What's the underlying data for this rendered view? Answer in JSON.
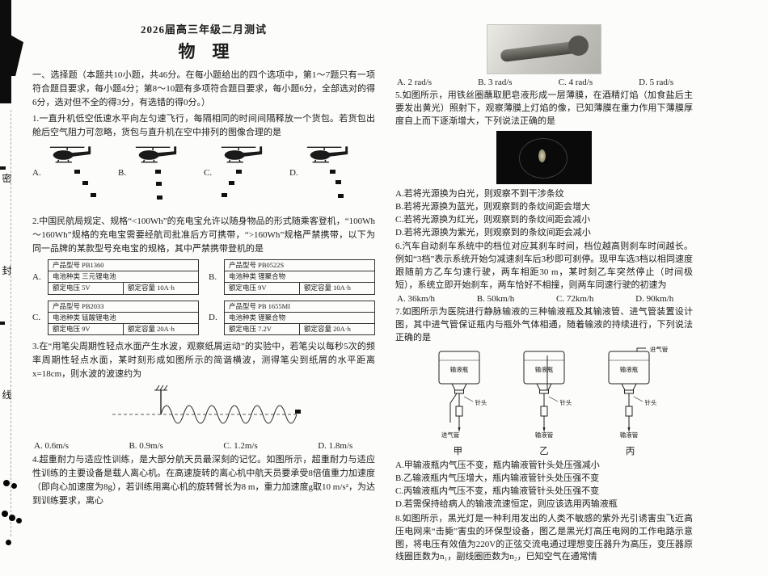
{
  "doc": {
    "title": "2026届高三年级二月测试",
    "subject": "物　理",
    "section_header": "一、选择题（本题共10小题，共46分。在每小题给出的四个选项中，第1～7题只有一项符合题目要求，每小题4分；第8～10题有多项符合题目要求，每小题6分，全部选对的得6分，选对但不全的得3分，有选错的得0分。）"
  },
  "seal": {
    "chars": [
      "密",
      "封",
      "线"
    ]
  },
  "q1": {
    "stem": "1.一直升机低空低速水平向左匀速飞行，每隔相同的时间间隔释放一个货包。若货包出舱后空气阻力可忽略，货包与直升机在空中排列的图像合理的是",
    "labels": [
      "A.",
      "B.",
      "C.",
      "D."
    ]
  },
  "q2": {
    "stem": "2.中国民航局规定、规格“<100Wh”的充电宝允许以随身物品的形式随乘客登机，“100Wh～160Wh”规格的充电宝需要经航司批准后方可携带，“>160Wh”规格严禁携带，以下为同一品牌的某款型号充电宝的规格，其中严禁携带登机的是",
    "cards": [
      {
        "label": "A.",
        "model": "产品型号 PB1360",
        "type": "电池种类 三元锂电池",
        "voltage": "额定电压 5V",
        "capacity": "额定容量 10A·h"
      },
      {
        "label": "B.",
        "model": "产品型号 PB0522S",
        "type": "电池种类 锂聚合物",
        "voltage": "额定电压 9V",
        "capacity": "额定容量 10A·h"
      },
      {
        "label": "C.",
        "model": "产品型号 PB2033",
        "type": "电池种类 锰酸锂电池",
        "voltage": "额定电压 9V",
        "capacity": "额定容量 20A·h"
      },
      {
        "label": "D.",
        "model": "产品型号 PB 1655MI",
        "type": "电池种类 锂聚合物",
        "voltage": "额定电压 7.2V",
        "capacity": "额定容量 20A·h"
      }
    ]
  },
  "q3": {
    "stem": "3.在“用笔尖周期性轻点水面产生水波，观察纸屑运动”的实验中，若笔尖以每秒5次的频率周期性轻点水面，某时刻形成如图所示的简谐横波，测得笔尖到纸屑的水平距离 x=18cm，则水波的波速约为",
    "options": [
      "A. 0.6m/s",
      "B. 0.9m/s",
      "C. 1.2m/s",
      "D. 1.8m/s"
    ]
  },
  "q4": {
    "stem": "4.超重耐力与适应性训练，是大部分航天员最深刻的记忆。如图所示，超重耐力与适应性训练的主要设备是载人离心机。在高速旋转的离心机中航天员要承受8倍值重力加速度（即向心加速度为8g），若训练用离心机的旋转臂长为8 m，重力加速度g取10 m/s²，为达到训练要求，离心",
    "options": [
      "A. 2 rad/s",
      "B. 3 rad/s",
      "C. 4 rad/s",
      "D. 5 rad/s"
    ]
  },
  "q5": {
    "stem": "5.如图所示，用铁丝圈蘸取肥皂液形成一层薄膜，在酒精灯焰（加食盐后主要发出黄光）照射下，观察薄膜上灯焰的像，已知薄膜在重力作用下薄膜厚度自上而下逐渐增大，下列说法正确的是",
    "options": [
      "A.若将光源换为白光，则观察不到干涉条纹",
      "B.若将光源换为蓝光，则观察到的条纹间距会增大",
      "C.若将光源换为红光，则观察到的条纹间距会减小",
      "D.若将光源换为紫光，则观察到的条纹间距会减小"
    ]
  },
  "q6": {
    "stem": "6.汽车自动刹车系统中的档位对应其刹车时间，档位越高则刹车时间越长。例如“3档”表示系统开始匀减速刹车后3秒即可刹停。现甲车选3档以相同速度跟随前方乙车匀速行驶，两车相距30 m，某时刻乙车突然停止（时间极短），系统立即开始刹车，两车恰好不相撞，则两车同速行驶的初速为",
    "options": [
      "A. 36km/h",
      "B. 50km/h",
      "C. 72km/h",
      "D. 90km/h"
    ]
  },
  "q7": {
    "stem": "7.如图所示为医院进行静脉输液的三种输液瓶及其输液管、进气管装置设计图，其中进气管保证瓶内与瓶外气体相通，随着输液的持续进行，下列说法正确的是",
    "fig": {
      "bottle": "输液瓶",
      "needle": "针头",
      "air_tube": "进气管",
      "iv_tube": "输液管",
      "groups": [
        "甲",
        "乙",
        "丙"
      ]
    },
    "options": [
      "A.甲输液瓶内气压不变，瓶内输液管针头处压强减小",
      "B.乙输液瓶内气压增大，瓶内输液管针头处压强不变",
      "C.丙输液瓶内气压不变，瓶内输液管针头处压强不变",
      "D.若需保持给病人的输液流速恒定，则应该选用丙输液瓶"
    ]
  },
  "q8": {
    "stem": "8.如图所示，黑光灯是一种利用发出的人类不敏感的紫外光引诱害虫飞近高压电网来“击毙”害虫的环保型设备，图乙是黑光灯高压电网的工作电路示意图，将电压有效值为220V的正弦交流电通过理想变压器升为高压，变压器原线圈匝数为n₁，副线圈匝数为n₂，已知空气在通常情"
  }
}
